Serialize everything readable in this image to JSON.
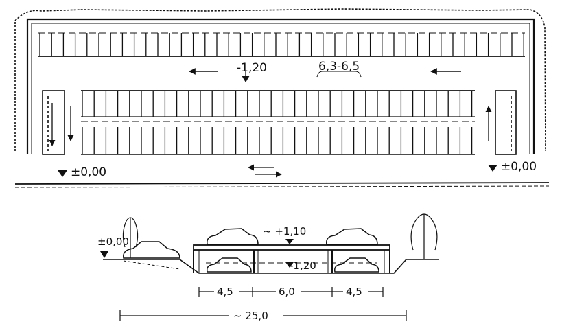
{
  "plan": {
    "level_center": "-1,20",
    "slope": "6,3-6,5",
    "level_left": "±0,00",
    "level_right": "±0,00"
  },
  "section": {
    "level_ground": "±0,00",
    "level_deck": "~ +1,10",
    "level_lower": "-1,20",
    "dim_left": "4,5",
    "dim_center": "6,0",
    "dim_right": "4,5",
    "dim_total": "~ 25,0"
  }
}
